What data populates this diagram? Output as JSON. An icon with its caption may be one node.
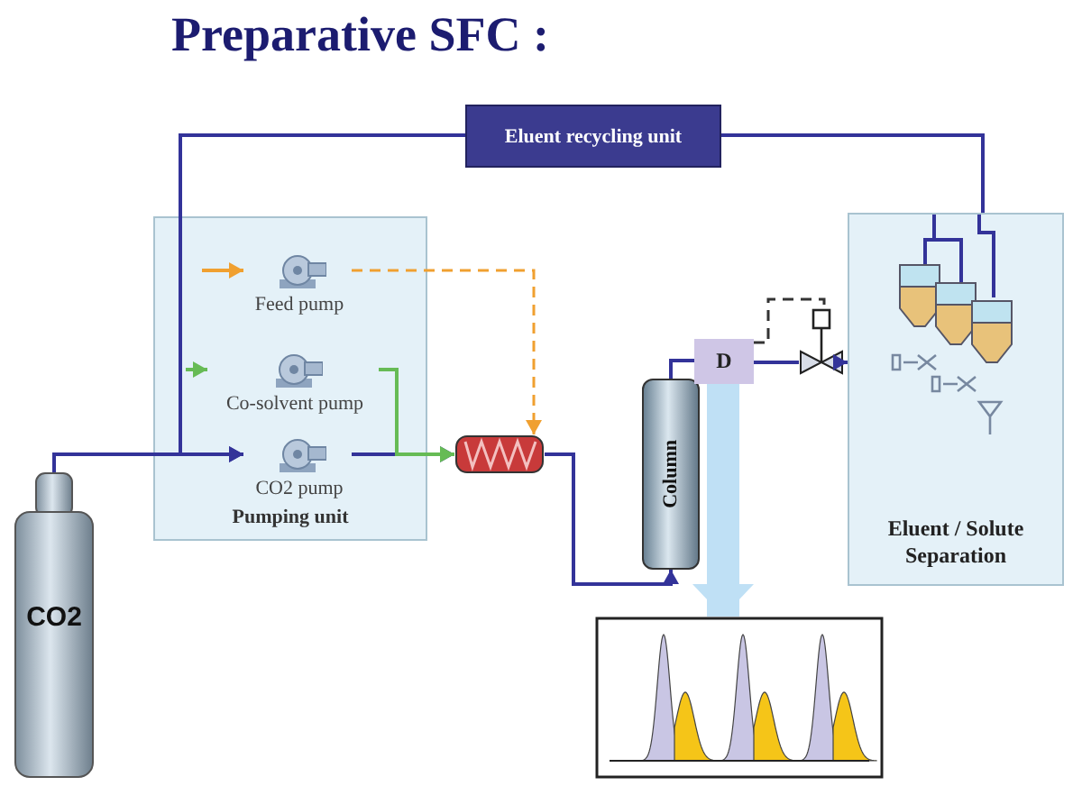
{
  "diagram": {
    "title": "Preparative SFC :",
    "nodes": [
      {
        "text": [
          "Pumping unit"
        ]
      },
      {
        "text": [
          "Feed pump"
        ],
        "in": 0
      },
      {
        "text": [
          "Co-solvent pump"
        ],
        "in": 0
      },
      {
        "text": [
          "CO2 pump"
        ],
        "in": 0
      },
      {
        "text": [
          "CO2"
        ]
      },
      {
        "text": [
          "Eluent recycling unit"
        ]
      },
      {
        "text": [],
        "shape": "picture"
      },
      {
        "text": [
          "Column"
        ]
      },
      {
        "text": [
          "D"
        ]
      },
      {
        "text": [],
        "shape": "picture"
      },
      {
        "text": [
          "Eluent / Solute Separation"
        ]
      },
      {
        "text": [],
        "shape": "picture"
      }
    ],
    "edges": [
      {
        "from": 4,
        "to": 3,
        "arrow": "to"
      },
      {
        "from": 5,
        "to": 3,
        "arrow": "to"
      },
      {
        "from": 10,
        "to": 5,
        "arrow": "none"
      },
      {
        "from": 3,
        "to": 6,
        "arrow": "to"
      },
      {
        "from": 2,
        "to": 6,
        "arrow": "to",
        "color": "#66bb55"
      },
      {
        "from": 1,
        "to": 6,
        "arrow": "to",
        "style": "dashed",
        "color": "#f0a030"
      },
      {
        "from": null,
        "to": 1,
        "arrow": "to",
        "color": "#f0a030"
      },
      {
        "from": null,
        "to": 2,
        "arrow": "to",
        "color": "#66bb55"
      },
      {
        "from": 6,
        "to": 7,
        "arrow": "to"
      },
      {
        "from": 7,
        "to": 8,
        "arrow": "none"
      },
      {
        "from": 8,
        "to": 9,
        "arrow": "none"
      },
      {
        "from": 8,
        "to": 9,
        "arrow": "none",
        "style": "dashed",
        "color": "#333333"
      },
      {
        "from": 9,
        "to": 10,
        "arrow": "to"
      },
      {
        "from": 8,
        "to": 11,
        "arrow": "to",
        "style": "thick",
        "color": "#bfe0f5"
      }
    ]
  }
}
